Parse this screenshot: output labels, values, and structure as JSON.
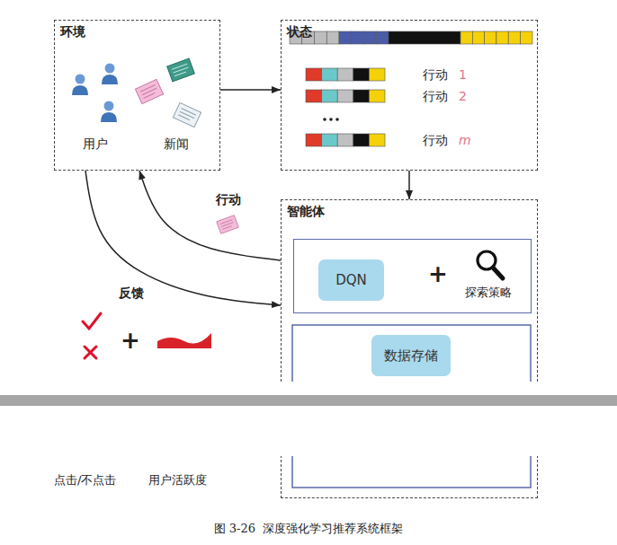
{
  "diagram": {
    "caption": "图 3-26  深度强化学习推荐系统框架",
    "nodes": [
      {
        "text": [
          "环境"
        ]
      },
      {
        "text": [
          "状态"
        ]
      },
      {
        "text": [
          "智能体"
        ]
      },
      {
        "text": [
          "探索策略"
        ],
        "in": 2
      },
      {
        "text": [
          "DQN"
        ],
        "in": 3
      },
      {
        "text": [
          "数据存储"
        ],
        "in": 2
      }
    ],
    "edges": [
      {
        "from": 0,
        "to": 1,
        "arrow": "to"
      },
      {
        "from": 1,
        "to": 2,
        "arrow": "to"
      },
      {
        "from": 2,
        "to": 0,
        "label": "行动",
        "arrow": "to"
      },
      {
        "from": 0,
        "to": 2,
        "label": "反馈",
        "arrow": "to"
      }
    ],
    "labels": [
      "用户",
      "新闻",
      "行动",
      "1",
      "行动",
      "2",
      "行动",
      "m",
      "+",
      "+",
      "点击/不点击",
      "用户活跃度"
    ]
  }
}
